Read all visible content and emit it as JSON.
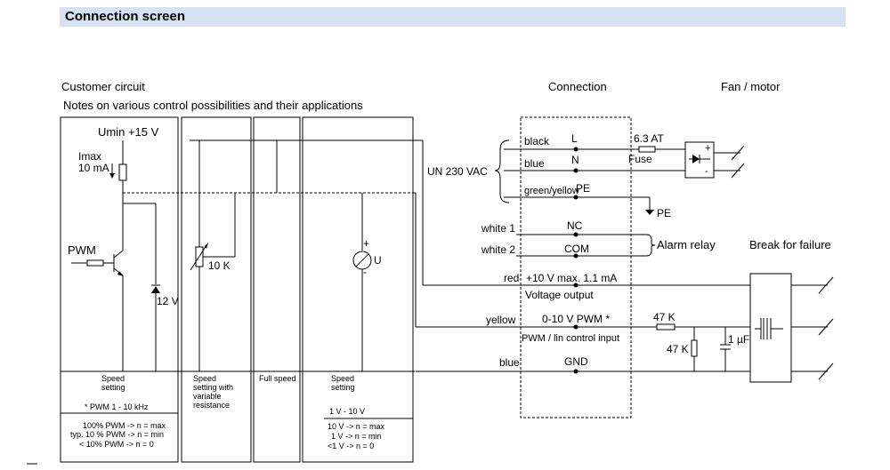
{
  "header": {
    "title": "Connection screen"
  },
  "sections": {
    "customer_circuit": "Customer circuit",
    "notes": "Notes on various control possibilities and their applications",
    "connection": "Connection",
    "fan_motor": "Fan / motor"
  },
  "box1": {
    "umin": "Umin +15 V",
    "imax": "Imax",
    "imax_val": "10 mA",
    "pwm": "PWM",
    "zener": "12 V",
    "caption1": "Speed",
    "caption2": "setting",
    "pwm_freq": "* PWM 1 - 10 kHz",
    "note1": "100% PWM -> n = max",
    "note2": "typ. 10 % PWM -> n = min",
    "note3": "< 10% PWM -> n = 0"
  },
  "box2": {
    "pot": "10 K",
    "caption1": "Speed",
    "caption2": "setting with",
    "caption3": "variable",
    "caption4": "resistance"
  },
  "box3": {
    "caption": "Full speed"
  },
  "box4": {
    "voltage": "U",
    "caption1": "Speed",
    "caption2": "setting",
    "range": "1 V - 10 V",
    "note1": "10 V -> n = max",
    "note2": "1 V -> n = min",
    "note3": "<1 V -> n = 0"
  },
  "mains": {
    "supply": "UN 230 VAC",
    "black": "black",
    "L": "L",
    "blue": "blue",
    "N": "N",
    "green_yellow": "green/yellow",
    "PE": "PE",
    "pe_ground": "PE",
    "fuse_rating": "6.3 AT",
    "fuse": "Fuse"
  },
  "alarm": {
    "white1": "white 1",
    "NC": "NC",
    "white2": "white 2",
    "COM": "COM",
    "alarm_relay": "Alarm relay",
    "break_for_failure": "Break for failure"
  },
  "control": {
    "red": "red",
    "v10": "+10 V max. 1.1 mA",
    "voltage_output": "Voltage output",
    "yellow": "yellow",
    "pwm_input": "0-10 V  PWM *",
    "pwm_lin": "PWM / lin control input",
    "blue": "blue",
    "GND": "GND",
    "r1": "47 K",
    "r2": "47 K",
    "cap": "1 µF"
  }
}
